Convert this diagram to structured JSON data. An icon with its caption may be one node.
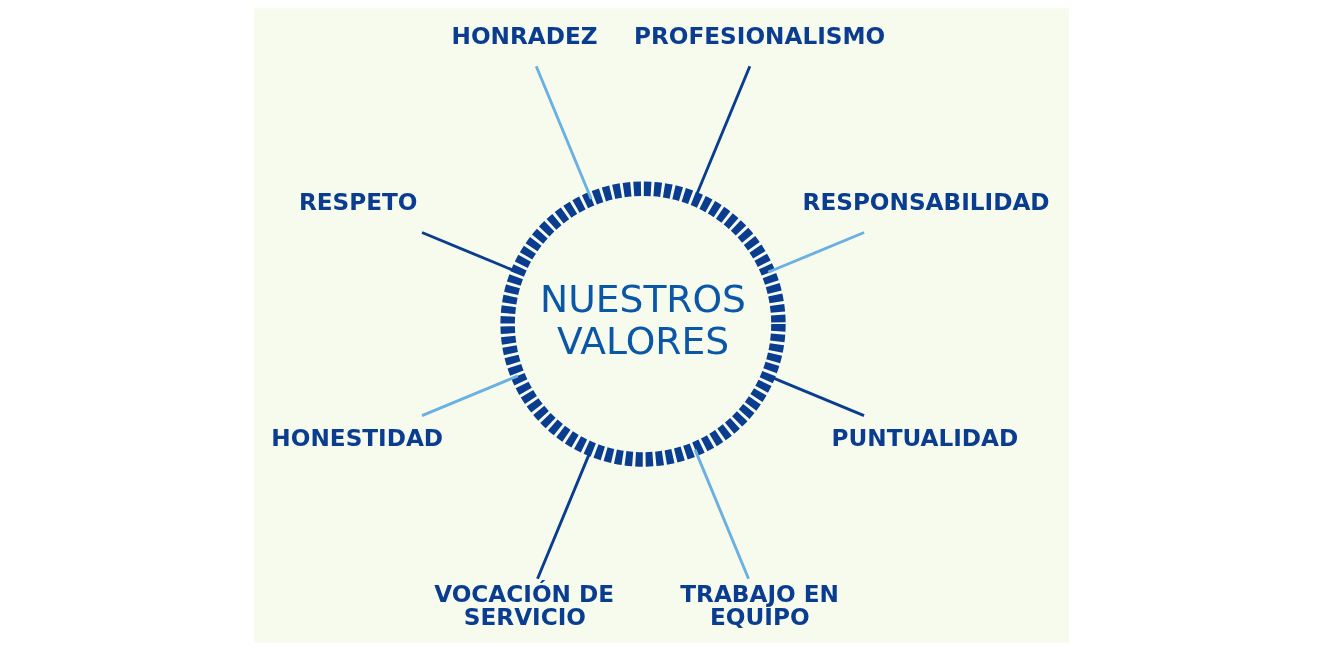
{
  "diagram": {
    "nodes": [
      {
        "text": [
          "NUESTROS VALORES"
        ]
      },
      {
        "text": [
          "RESPONSABILIDAD"
        ]
      },
      {
        "text": [
          "PROFESIONALISMO"
        ]
      },
      {
        "text": [
          "HONRADEZ"
        ]
      },
      {
        "text": [
          "RESPETO"
        ]
      },
      {
        "text": [
          "HONESTIDAD"
        ]
      },
      {
        "text": [
          "VOCACIÓN DE SERVICIO"
        ]
      },
      {
        "text": [
          "TRABAJO EN EQUIPO"
        ]
      },
      {
        "text": [
          "PUNTUALIDAD"
        ]
      }
    ],
    "edges": [
      {
        "from": 1,
        "to": 0,
        "arrow": "none",
        "color": "#6ab0e0"
      },
      {
        "from": 2,
        "to": 0,
        "arrow": "none",
        "color": "#0a3d8f"
      },
      {
        "from": 3,
        "to": 0,
        "arrow": "none",
        "color": "#6ab0e0"
      },
      {
        "from": 4,
        "to": 0,
        "arrow": "none",
        "color": "#0a3d8f"
      },
      {
        "from": 5,
        "to": 0,
        "arrow": "none",
        "color": "#6ab0e0"
      },
      {
        "from": 6,
        "to": 0,
        "arrow": "none",
        "color": "#0a3d8f"
      },
      {
        "from": 7,
        "to": 0,
        "arrow": "none",
        "color": "#6ab0e0"
      },
      {
        "from": 8,
        "to": 0,
        "arrow": "none",
        "color": "#0a3d8f"
      }
    ]
  }
}
